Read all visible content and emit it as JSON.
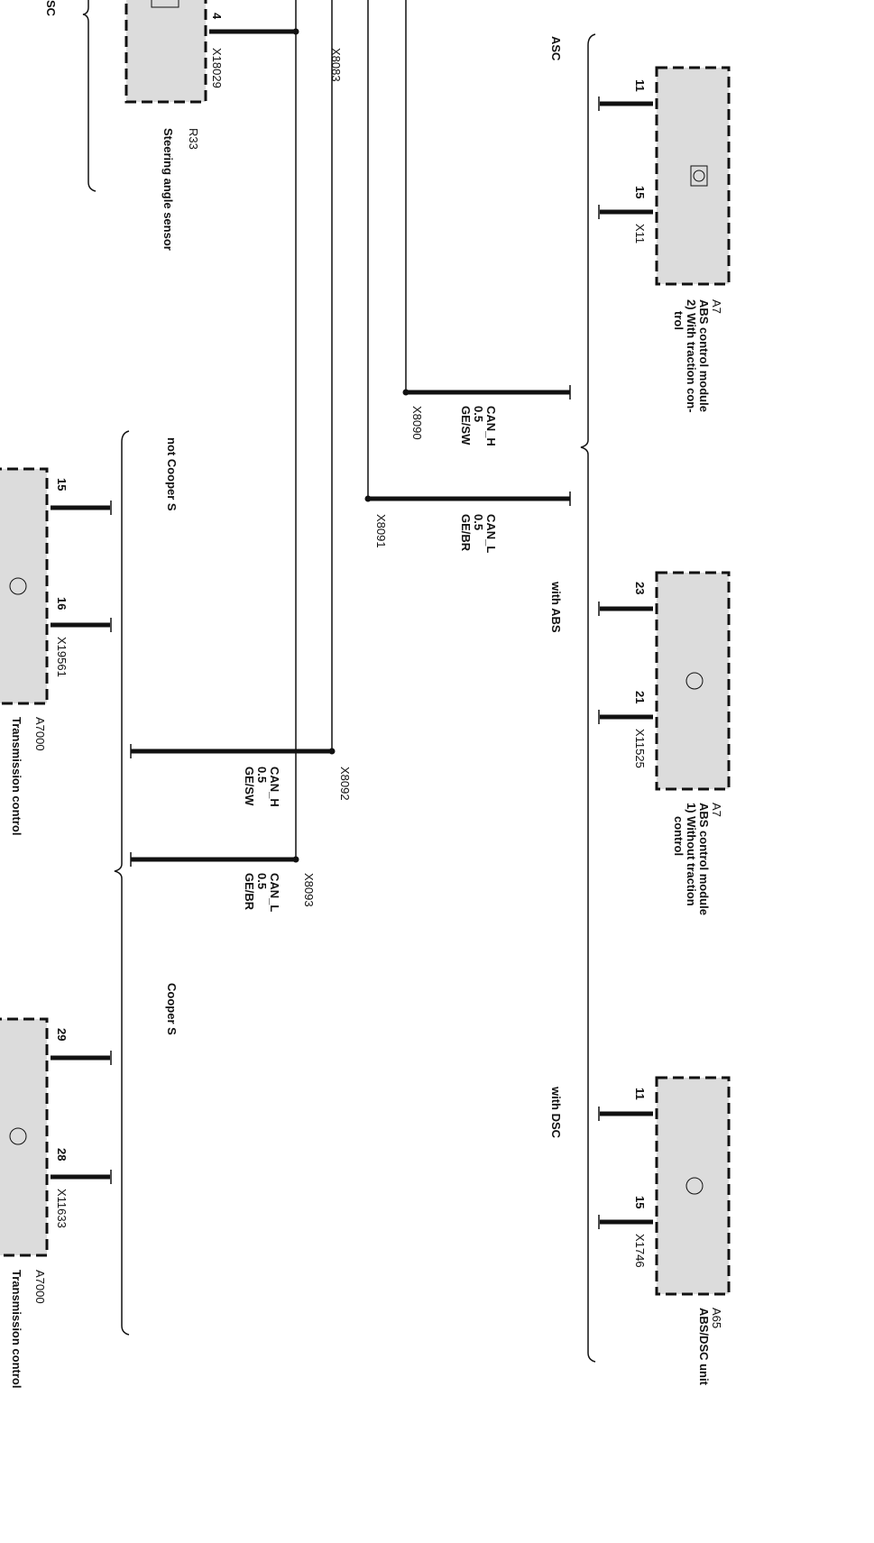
{
  "modules": {
    "abs_asc": {
      "id": "A7",
      "name": "ABS control module",
      "line2": "2) With traction con-",
      "line3": "trol",
      "connector": "X11",
      "pin_a": "11",
      "pin_b": "15"
    },
    "abs_basic": {
      "id": "A7",
      "name": "ABS control module",
      "line2": "1) Without traction",
      "line3": "control",
      "connector": "X11525",
      "pin_a": "23",
      "pin_b": "21"
    },
    "dsc": {
      "id": "A65",
      "name": "ABS/DSC unit",
      "connector": "X1746",
      "pin_a": "11",
      "pin_b": "15"
    },
    "steering": {
      "id": "R33",
      "name": "Steering angle sensor",
      "connector": "X18029",
      "pin": "4"
    },
    "trans1": {
      "id": "A7000",
      "name": "Transmission control",
      "connector": "X19561",
      "pin_a": "15",
      "pin_b": "16"
    },
    "trans2": {
      "id": "A7000",
      "name": "Transmission control",
      "connector": "X11633",
      "pin_a": "29",
      "pin_b": "28"
    }
  },
  "variants": {
    "asc": "ASC",
    "abs": "with ABS",
    "dsc": "with DSC",
    "not_cooper": "not Cooper S",
    "cooper": "Cooper S",
    "sc": "SC"
  },
  "splices": {
    "x8083": "X8083",
    "x8090": "X8090",
    "x8091": "X8091",
    "x8092": "X8092",
    "x8093": "X8093"
  },
  "wires": {
    "w8090": {
      "signal": "CAN_H",
      "size": "0.5",
      "color": "GE/SW"
    },
    "w8091": {
      "signal": "CAN_L",
      "size": "0.5",
      "color": "GE/BR"
    },
    "w8092": {
      "signal": "CAN_H",
      "size": "0.5",
      "color": "GE/SW"
    },
    "w8093": {
      "signal": "CAN_L",
      "size": "0.5",
      "color": "GE/BR"
    }
  }
}
